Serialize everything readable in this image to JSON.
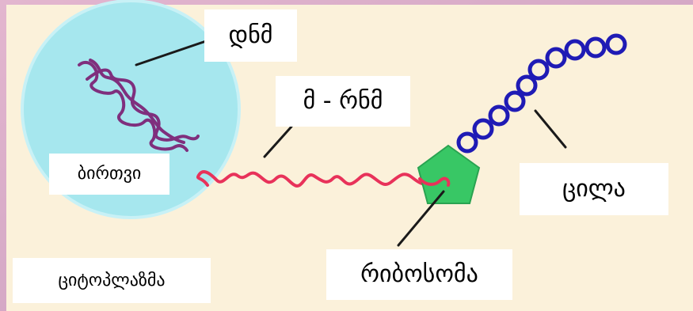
{
  "labels": {
    "dna": "დნმ",
    "mrna": "მ - რნმ",
    "nucleus": "ბირთვი",
    "protein": "ცილა",
    "cytoplasm": "ციტოპლაზმა",
    "ribosome": "რიბოსომა"
  },
  "colors": {
    "background": "#fbf1da",
    "frame": "#d9a9c6",
    "nucleus_fill": "#a6e7ee",
    "nucleus_stroke": "#c6f0f5",
    "dna_strand": "#7f2f7d",
    "mrna_strand": "#e8325a",
    "ribosome": "#38c765",
    "protein_chain": "#1f1bb5",
    "leader_line": "#1a1a1a"
  },
  "protein_chain_beads": 10
}
